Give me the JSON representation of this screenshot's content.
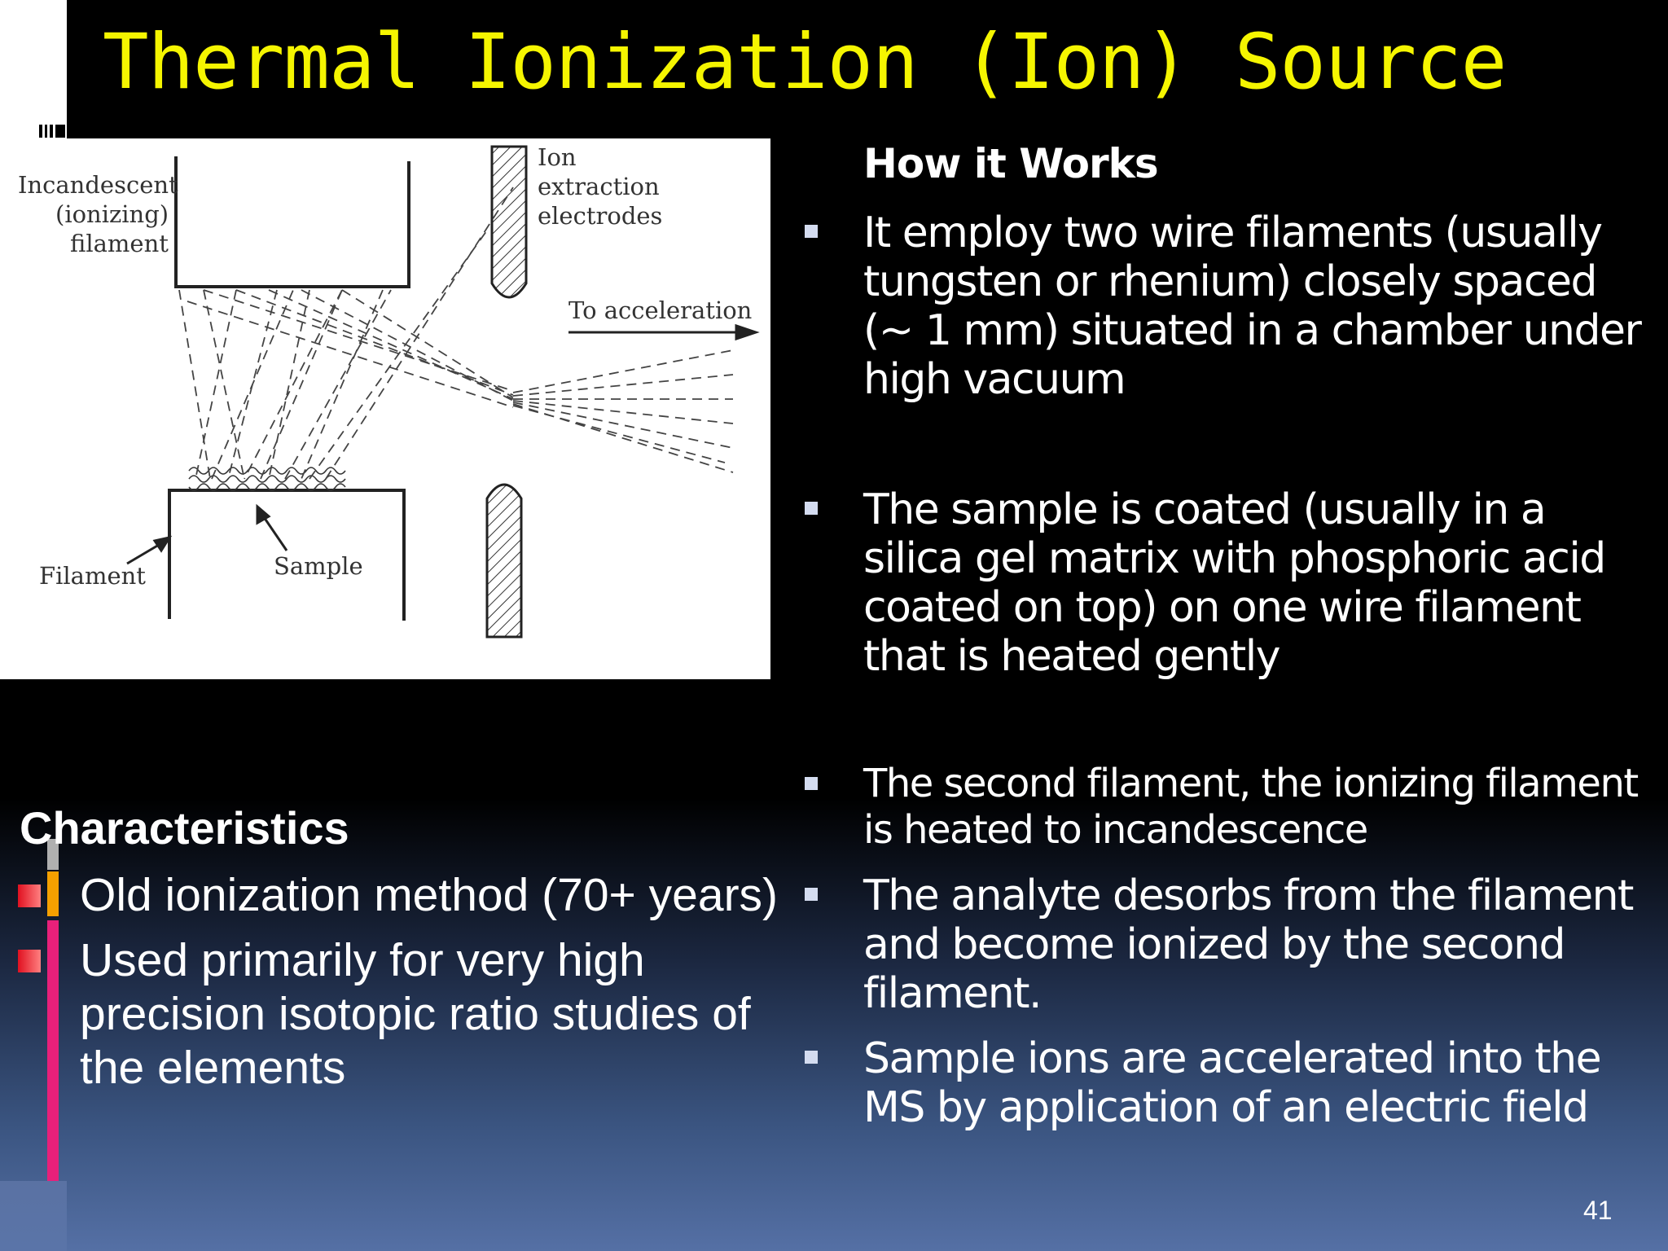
{
  "slide": {
    "title": "Thermal Ionization (Ion) Source",
    "page_number": "41"
  },
  "figure": {
    "labels": {
      "incandescent_line1": "Incandescent",
      "incandescent_line2": "(ionizing)",
      "incandescent_line3": "filament",
      "ion_line1": "Ion",
      "ion_line2": "extraction",
      "ion_line3": "electrodes",
      "acceleration": "To acceleration",
      "filament": "Filament",
      "sample": "Sample"
    }
  },
  "characteristics": {
    "heading": "Characteristics",
    "items": [
      "Old ionization method (70+ years)",
      "Used primarily for very high precision isotopic ratio studies of the elements"
    ]
  },
  "how_it_works": {
    "heading": "How it Works",
    "items": [
      "It employ two wire filaments (usually tungsten or rhenium) closely spaced (~ 1 mm) situated in a chamber under high vacuum",
      "The sample is coated (usually in a silica gel matrix with phosphoric acid coated on top) on one wire filament that is heated gently",
      "The second filament, the ionizing filament is heated to incandescence",
      "The analyte desorbs from the filament and become ionized by the second filament.",
      "Sample ions are accelerated into the MS by application of an electric field"
    ]
  },
  "colors": {
    "title": "#f5f500",
    "text": "#ffffff",
    "accent_pink": "#e8207a",
    "accent_orange": "#f5a000",
    "bullet_red": "#e01020"
  }
}
